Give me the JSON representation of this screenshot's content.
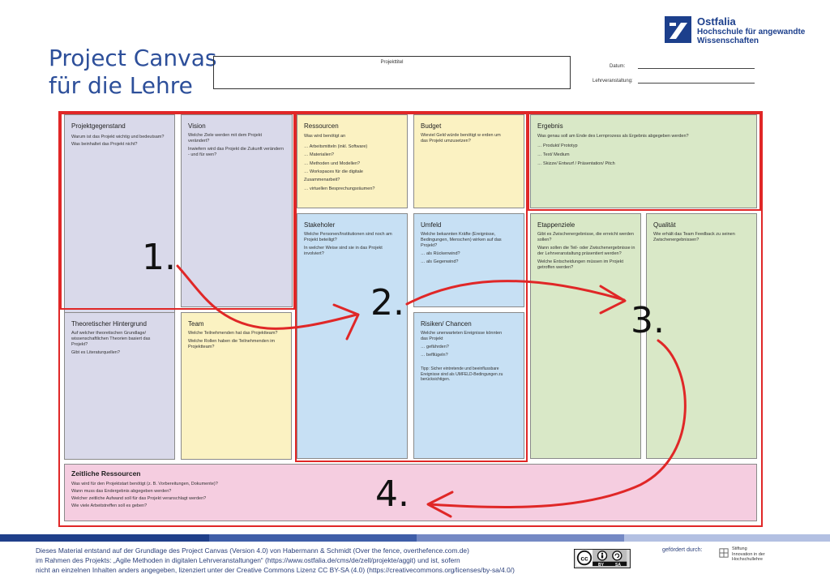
{
  "header": {
    "title_line1": "Project Canvas",
    "title_line2": "für die Lehre",
    "projekttitel_label": "Projekttitel",
    "datum_label": "Datum:",
    "lehrveranstaltung_label": "Lehrveranstaltung:"
  },
  "logo": {
    "name": "Ostfalia",
    "sub1": "Hochschule für angewandte",
    "sub2": "Wissenschaften"
  },
  "canvas": {
    "projektgegenstand": {
      "heading": "Projektgegenstand",
      "lines": [
        "Warum ist das Projekt wichtig und bedeutsam?",
        "Was beinhaltet das Projekt nicht?"
      ]
    },
    "vision": {
      "heading": "Vision",
      "lines": [
        "Welche Ziele werden mit dem Projekt verändert?",
        "Inwiefern wird das Projekt die Zukunft verändern - und für wen?"
      ]
    },
    "ressourcen": {
      "heading": "Ressourcen",
      "intro": "Was wird benötigt an",
      "items": [
        "…  Arbeitsmitteln (inkl. Software)",
        "…  Materialien?",
        "…  Methoden und Modellen?",
        "…  Workspaces für die digitale Zusammenarbeit?",
        "…  virtuellen Besprechungsräumen?"
      ]
    },
    "budget": {
      "heading": "Budget",
      "lines": [
        "Wieviel Geld würde benötigt w erden um das Projekt umzusetzen?"
      ]
    },
    "ergebnis": {
      "heading": "Ergebnis",
      "intro": "Was genau soll am Ende des Lernprozess als Ergebnis abgegeben werden?",
      "items": [
        "…  Produkt/ Prototyp",
        "…  Text/ Medium",
        "…  Skizze/ Entwurf / Präsentation/ Pitch"
      ]
    },
    "stakeholer": {
      "heading": "Stakeholer",
      "lines": [
        "Welche Personen/Institutionen sind noch am Projekt beteiligt?",
        "In welcher Weise sind sie in das Projekt involviert?"
      ]
    },
    "umfeld": {
      "heading": "Umfeld",
      "intro": "Welche bekannten Kräfte (Ereignisse, Bedingungen, Menschen) wirken auf das Projekt?",
      "items": [
        "…  als Rückenwind?",
        "…  als Gegenwind?"
      ]
    },
    "etappenziele": {
      "heading": "Etappenziele",
      "lines": [
        "Gibt es Zwischenergebnisse, die erreicht werden sollen?",
        "Wann sollen die Teil- oder Zwischenergebnisse in der Lehrveranstaltung präsentiert werden?",
        "Welche Entscheidungen müssen im Projekt getroffen werden?"
      ]
    },
    "qualitaet": {
      "heading": "Qualität",
      "lines": [
        "Wie erhält das Team Feedback zu seinen Zwischenergebnissen?"
      ]
    },
    "theoretischer_hintergrund": {
      "heading": "Theoretischer Hintergrund",
      "lines": [
        "Auf welcher theoretischen Grundlage/ wissenschaftlichen Theorien basiert das Projekt?",
        "Gibt es Literaturquellen?"
      ]
    },
    "team": {
      "heading": "Team",
      "lines": [
        "Welche Teilnehmenden hat das Projektteam?",
        "Welche Rollen haben die Teilnehmenden im Projektteam?"
      ]
    },
    "risiken": {
      "heading": "Risiken/ Chancen",
      "intro": "Welche unerwarteten Ereignisse könnten das Projekt",
      "items": [
        "…  gefährden?",
        "…  befllügeln?"
      ],
      "tipp": "Tipp: Sicher eintretende und beeinflussbare Ereignisse sind als UMFELD-Bedingungen zu berücksichtigen."
    },
    "zeitliche_ressourcen": {
      "heading": "Zeitliche Ressourcen",
      "lines": [
        "Was wird für den Projektstart benötigt (z. B. Vorbereitungen, Dokumente)?",
        "Wann muss das  Endergebnis abgegeben werden?",
        "Welcher zeitliche Aufwand soll für das Projekt veranschlagt werden?",
        "Wie viele Arbeitstreffen soll es geben?"
      ]
    }
  },
  "annotations": {
    "n1": "1.",
    "n2": "2.",
    "n3": "3.",
    "n4": "4.",
    "arrow_color": "#e02727"
  },
  "footer": {
    "line1": "Dieses Material entstand auf der Grundlage des Project Canvas (Version 4.0) von Habermann & Schmidt (Over the fence, overthefence.com.de)",
    "line2": "im Rahmen des Projekts: „Agile Methoden in digitalen Lehrveranstaltungen“ (https://www.ostfalia.de/cms/de/zell/projekte/aggit) und ist, sofern",
    "line3": "nicht an einzelnen Inhalten anders angegeben, lizenziert unter der Creative Commons Lizenz CC BY-SA (4.0) (https://creativecommons.org/licenses/by-sa/4.0/)",
    "gefoerdert": "gefördert  durch:",
    "cc_by": "BY",
    "cc_sa": "SA",
    "stiftung1": "Stiftung",
    "stiftung2": "Innovation in der",
    "stiftung3": "Hochschullehre"
  },
  "colors": {
    "brand_blue": "#2d4f9a",
    "red": "#e02727",
    "lavender": "#d9d9ea",
    "yellow": "#fbf2c2",
    "blue": "#c7e0f4",
    "green": "#d9e8c7",
    "pink": "#f5cde0"
  }
}
